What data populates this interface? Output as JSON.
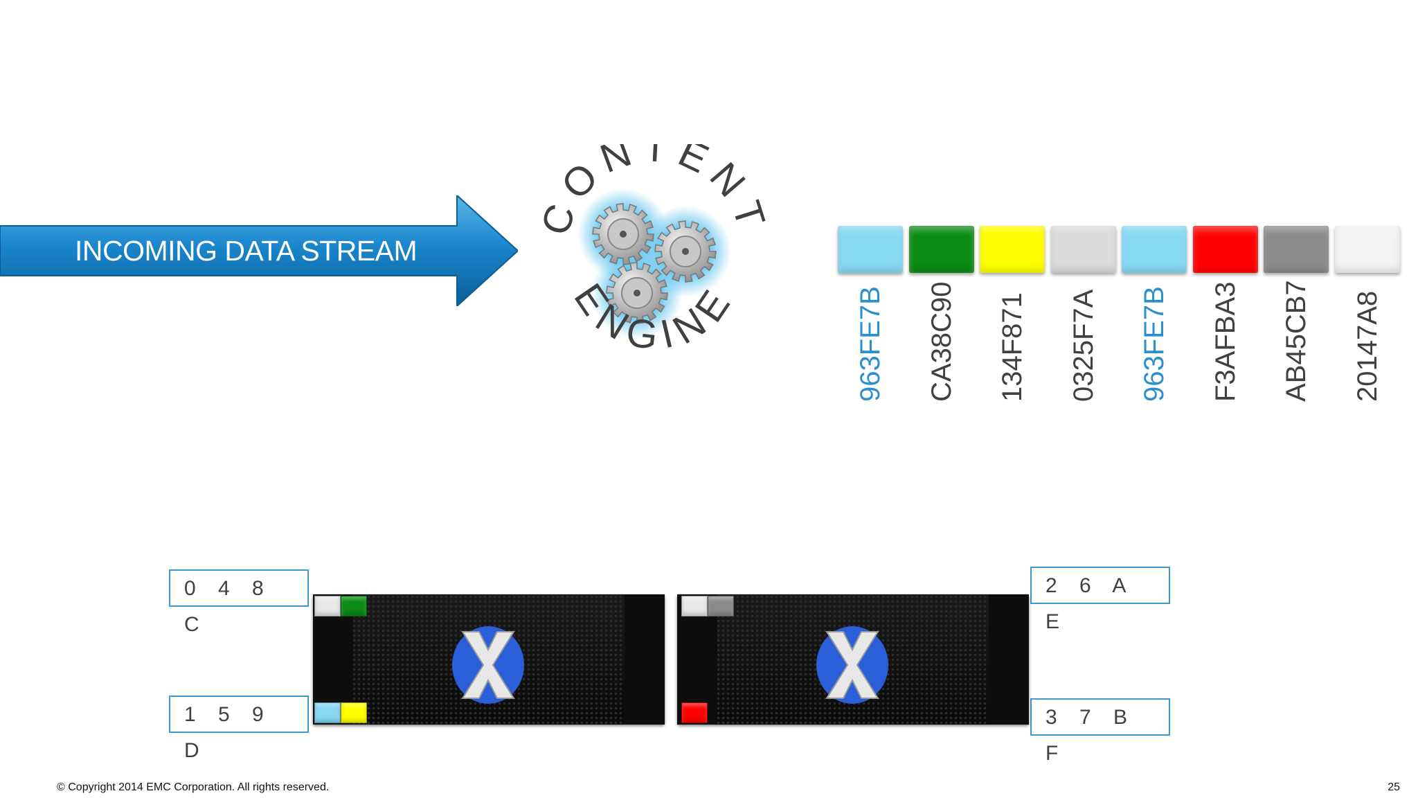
{
  "arrow": {
    "label": "INCOMING DATA STREAM"
  },
  "engine": {
    "top_word": "CONTENT",
    "bottom_word": "ENGINE"
  },
  "chunks": [
    {
      "hash": "963FE7B",
      "color": "#86d9f5",
      "text_color": "#2a8fcf"
    },
    {
      "hash": "CA38C90",
      "color": "#0b8a14",
      "text_color": "#404040"
    },
    {
      "hash": "134F871",
      "color": "#ffff00",
      "text_color": "#404040"
    },
    {
      "hash": "0325F7A",
      "color": "#dcdcdc",
      "text_color": "#404040"
    },
    {
      "hash": "963FE7B",
      "color": "#86d9f5",
      "text_color": "#2a8fcf"
    },
    {
      "hash": "F3AFBA3",
      "color": "#ff0000",
      "text_color": "#404040"
    },
    {
      "hash": "AB45CB7",
      "color": "#8a8a8a",
      "text_color": "#404040"
    },
    {
      "hash": "20147A8",
      "color": "#f4f4f4",
      "text_color": "#404040"
    }
  ],
  "arrays": {
    "left": {
      "top_address": "0 4 8 C",
      "bottom_address": "1 5 9 D",
      "slot_colors": [
        "#e8e8e8",
        "#0b8a14",
        "#86d9f5",
        "#ffff00"
      ]
    },
    "right": {
      "top_address": "2 6 A E",
      "bottom_address": "3 7 B F",
      "slot_colors": [
        "#e8e8e8",
        "#8a8a8a",
        "#ff0000"
      ]
    }
  },
  "footer": {
    "copyright": "© Copyright 2014 EMC Corporation. All rights reserved.",
    "page_number": "25"
  }
}
